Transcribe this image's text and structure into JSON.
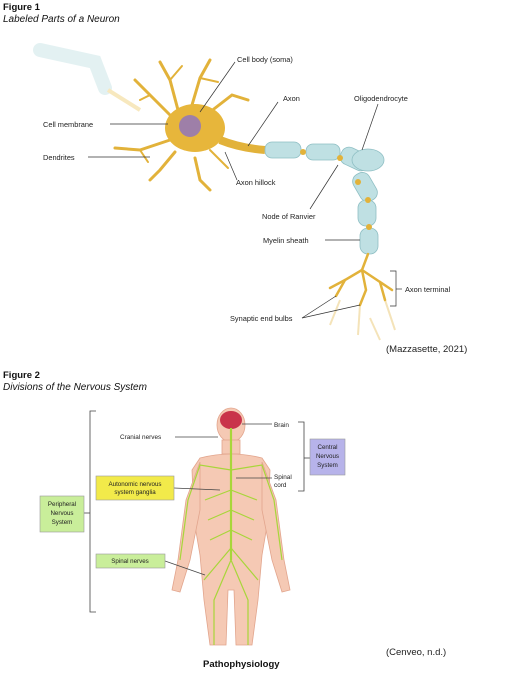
{
  "figure1": {
    "title": "Figure 1",
    "subtitle": "Labeled Parts of a Neuron",
    "labels": {
      "soma": "Cell body (soma)",
      "axon": "Axon",
      "oligo": "Oligodendrocyte",
      "membrane": "Cell membrane",
      "dendrites": "Dendrites",
      "hillock": "Axon hillock",
      "ranvier": "Node of Ranvier",
      "myelin": "Myelin sheath",
      "terminal": "Axon terminal",
      "bulbs": "Synaptic end bulbs"
    },
    "citation": "(Mazzasette, 2021)"
  },
  "figure2": {
    "title": "Figure 2",
    "subtitle": "Divisions of the Nervous System",
    "labels": {
      "brain": "Brain",
      "cranial": "Cranial nerves",
      "spinal_cord_1": "Spinal",
      "spinal_cord_2": "cord",
      "autonomic_1": "Autonomic nervous",
      "autonomic_2": "system ganglia",
      "spinal_nerves": "Spinal nerves",
      "central_1": "Central",
      "central_2": "Nervous",
      "central_3": "System",
      "peripheral_1": "Peripheral",
      "peripheral_2": "Nervous",
      "peripheral_3": "System"
    },
    "citation": "(Cenveo, n.d.)"
  },
  "footer": "Pathophysiology",
  "colors": {
    "neuron": "#e2b23a",
    "soma_nucleus": "#9e7fa8",
    "myelin": "#bfe0e3",
    "body_skin": "#f5c9b4",
    "nerves": "#a8d63a",
    "brain": "#c9334a",
    "box_central": "#b7b3ea",
    "box_autonomic": "#f2ea4a",
    "box_green": "#c9ee9a"
  }
}
